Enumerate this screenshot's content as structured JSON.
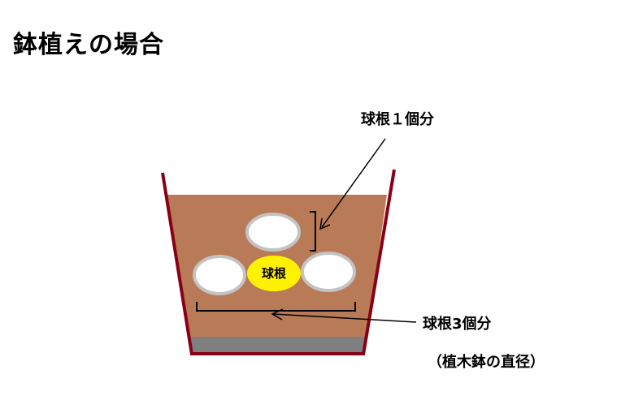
{
  "title": "鉢植えの場合",
  "labels": {
    "one_bulb": "球根１個分",
    "three_bulbs": "球根3個分",
    "pot_diameter": "（植木鉢の直径）",
    "center_bulb": "球根"
  },
  "colors": {
    "soil": "#B97A57",
    "pot_wall": "#880015",
    "gravel": "#7F7F7F",
    "bulb_fill": "#FFFFFF",
    "bulb_outline": "#C3C3C3",
    "highlight_bulb": "#FFF200",
    "line": "#000000"
  }
}
